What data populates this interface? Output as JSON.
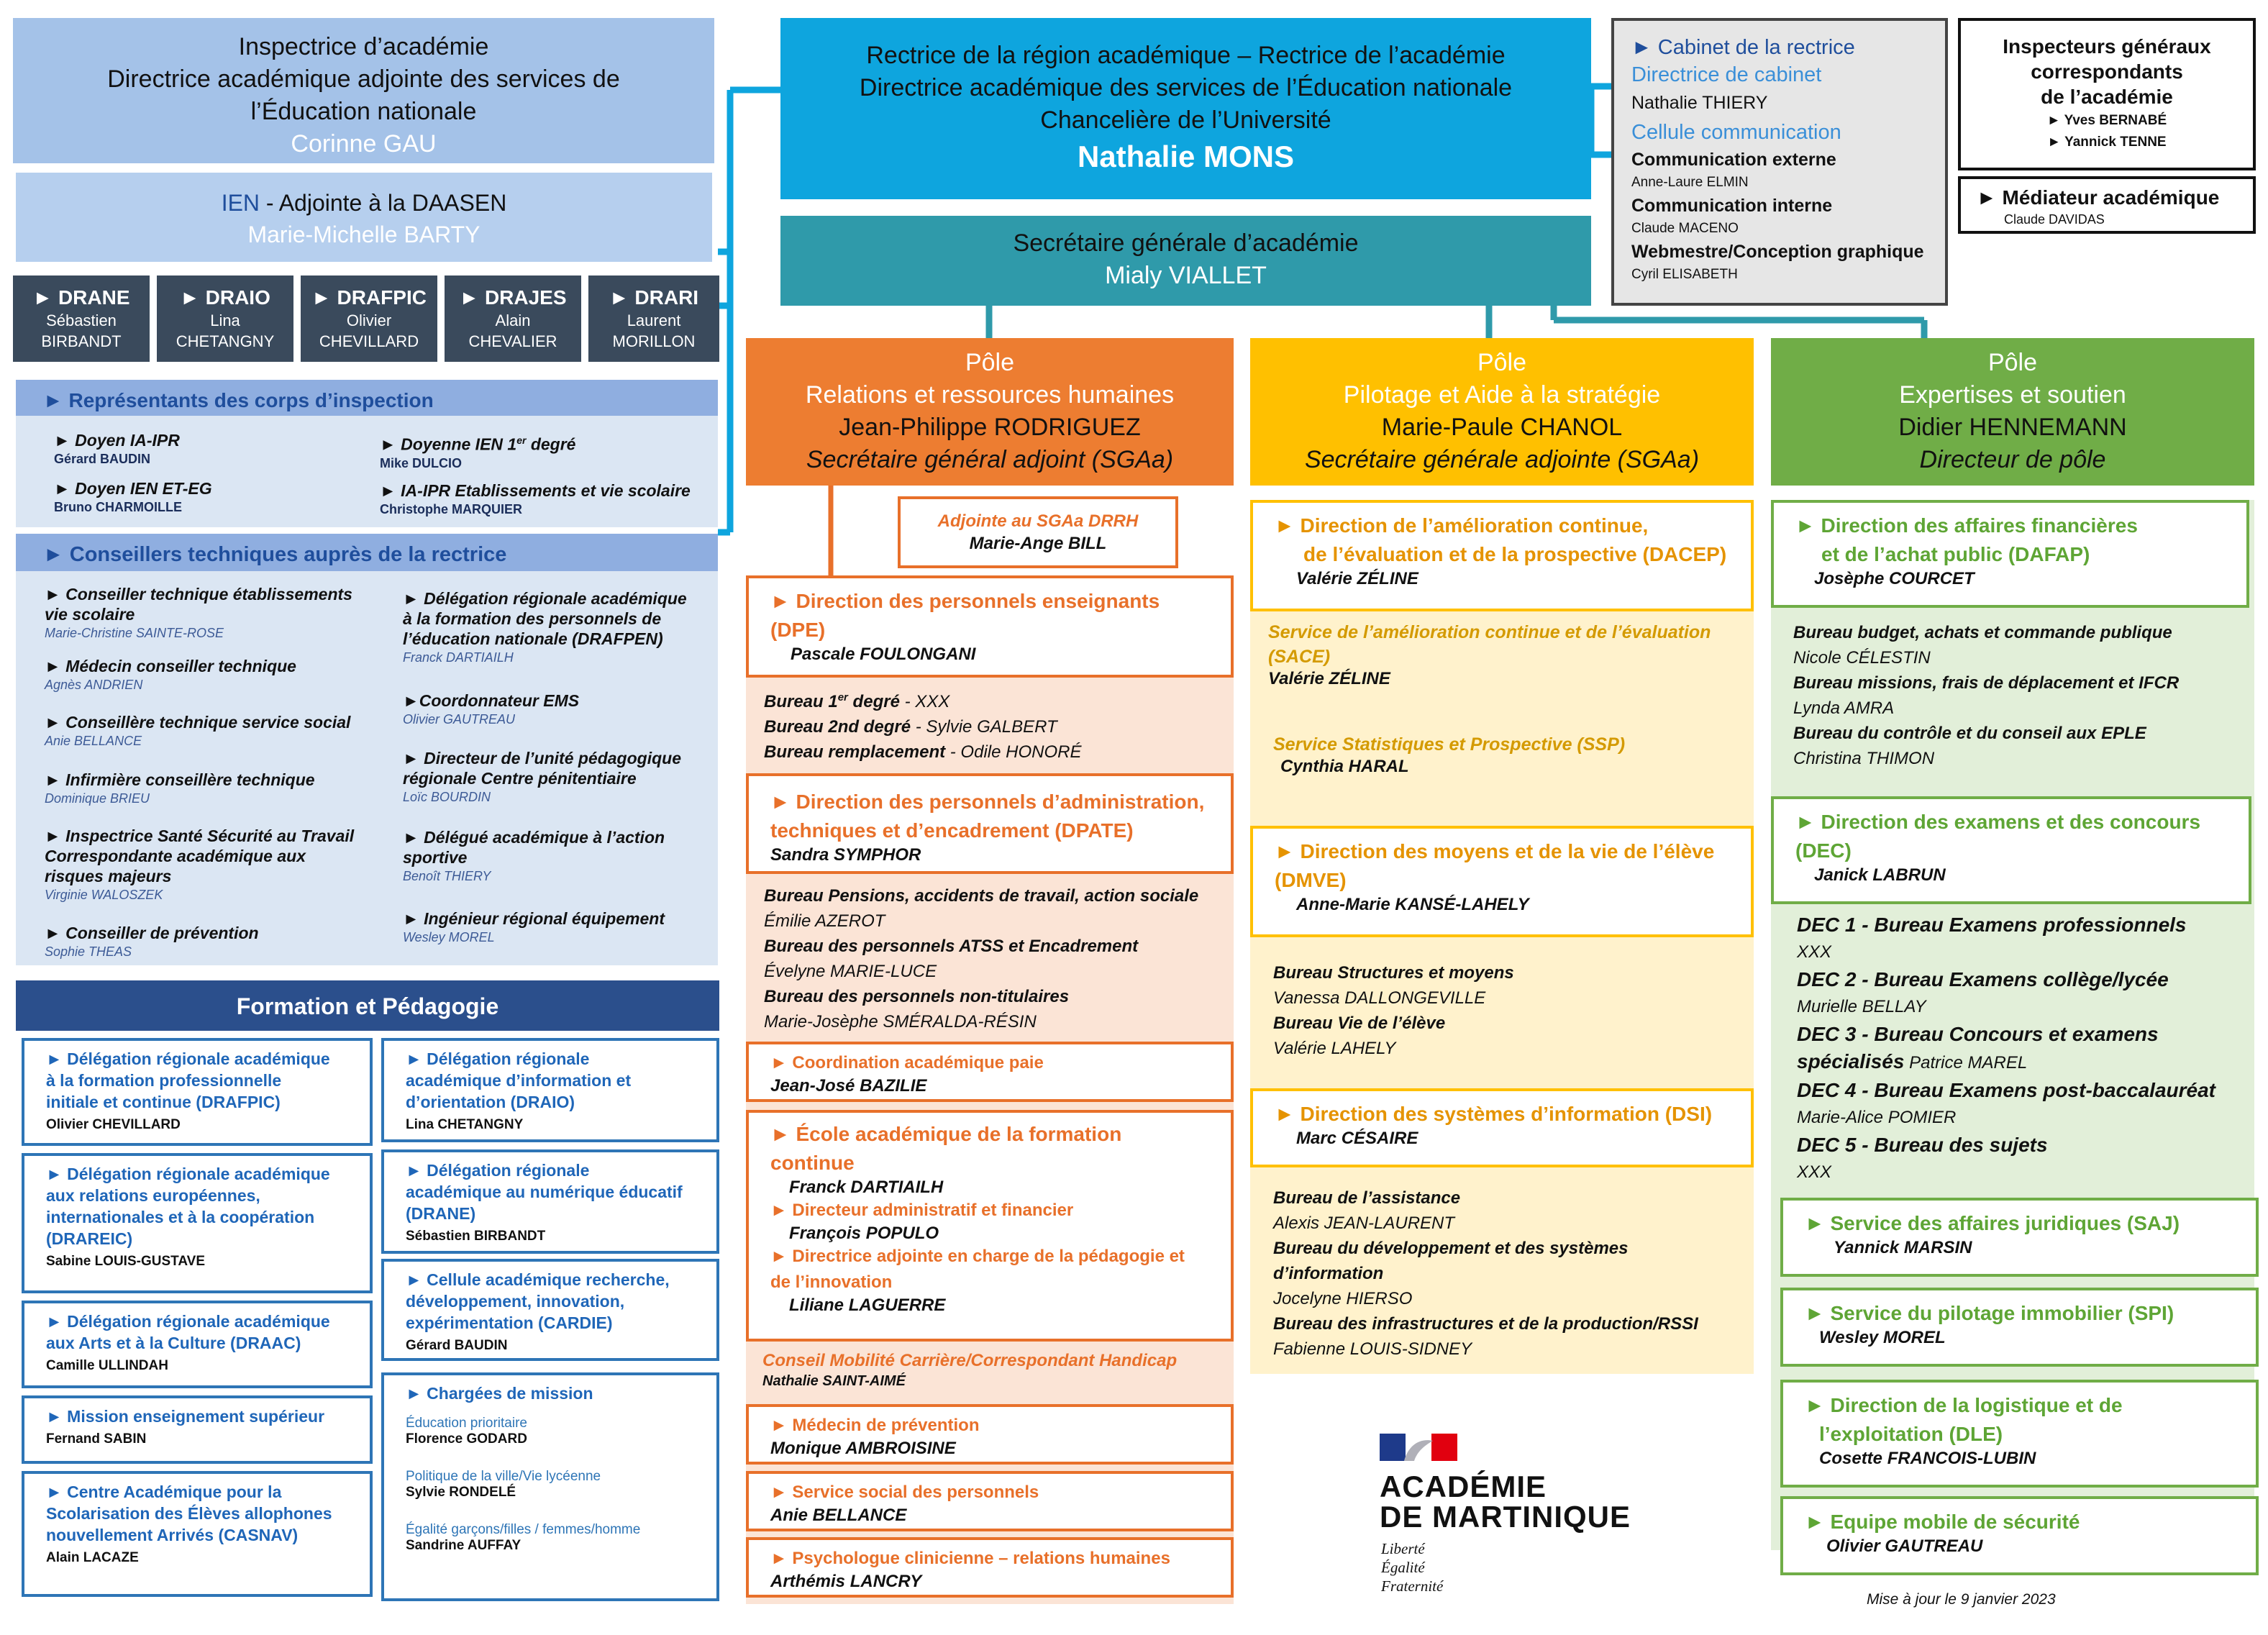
{
  "top_left": {
    "l1": "Inspectrice d’académie",
    "l2": "Directrice académique adjointe des services de",
    "l3": "l’Éducation nationale",
    "name": "Corinne GAU"
  },
  "ien": {
    "prefix": "IEN",
    "title": " - Adjointe à la DAASEN",
    "name": "Marie-Michelle BARTY"
  },
  "delegates": [
    {
      "code": "► DRANE",
      "first": "Sébastien",
      "last": "BIRBANDT"
    },
    {
      "code": "► DRAIO",
      "first": "Lina",
      "last": "CHETANGNY"
    },
    {
      "code": "► DRAFPIC",
      "first": "Olivier",
      "last": "CHEVILLARD"
    },
    {
      "code": "► DRAJES",
      "first": "Alain",
      "last": "CHEVALIER"
    },
    {
      "code": "► DRARI",
      "first": "Laurent",
      "last": "MORILLON"
    }
  ],
  "corps": {
    "header": "► Représentants des corps d’inspection",
    "items": [
      {
        "title": "► Doyen  IA-IPR",
        "name": "Gérard BAUDIN"
      },
      {
        "title": "► Doyenne IEN 1",
        "sup": "er",
        "title_end": " degré",
        "name": "Mike DULCIO"
      },
      {
        "title": "► Doyen IEN ET-EG",
        "name": "Bruno CHARMOILLE"
      },
      {
        "title": "► IA-IPR Etablissements et vie scolaire",
        "name": "Christophe MARQUIER"
      }
    ]
  },
  "conseillers": {
    "header": "► Conseillers techniques auprès de la rectrice",
    "left": [
      {
        "t1": "► Conseiller technique établissements",
        "t2": "vie scolaire",
        "name": "Marie-Christine SAINTE-ROSE"
      },
      {
        "t1": "► Médecin conseiller technique",
        "name": "Agnès ANDRIEN"
      },
      {
        "t1": "► Conseillère technique service social",
        "name": "Anie BELLANCE"
      },
      {
        "t1": "►  Infirmière conseillère technique",
        "name": "Dominique BRIEU"
      },
      {
        "t1": "► Inspectrice Santé Sécurité au Travail",
        "t2": "Correspondante académique aux",
        "t3": "risques majeurs",
        "name": "Virginie WALOSZEK"
      },
      {
        "t1": "► Conseiller de prévention",
        "name": "Sophie THEAS"
      }
    ],
    "right": [
      {
        "t1": "► Délégation régionale académique",
        "t2": "à la formation des personnels de",
        "t3": "l’éducation nationale (DRAFPEN)",
        "name": "Franck DARTIAILH"
      },
      {
        "t1": "►Coordonnateur EMS",
        "name": "Olivier GAUTREAU"
      },
      {
        "t1": "► Directeur de l’unité pédagogique",
        "t2": "régionale  Centre pénitentiaire",
        "name": "Loïc BOURDIN"
      },
      {
        "t1": "► Délégué académique à l’action",
        "t2": "sportive",
        "name": "Benoît THIERY"
      },
      {
        "t1": "► Ingénieur régional équipement",
        "name": "Wesley MOREL"
      }
    ]
  },
  "formation": {
    "header": "Formation et Pédagogie",
    "left": [
      {
        "lines": [
          "► Délégation régionale académique",
          "à la formation professionnelle",
          "initiale et continue (DRAFPIC)"
        ],
        "name": "Olivier CHEVILLARD"
      },
      {
        "lines": [
          "► Délégation régionale académique",
          "aux relations européennes,",
          "internationales et à la coopération",
          "(DRAREIC)"
        ],
        "name": "Sabine LOUIS-GUSTAVE"
      },
      {
        "lines": [
          "► Délégation régionale académique",
          "aux Arts et à la Culture (DRAAC)"
        ],
        "name": "Camille ULLINDAH"
      },
      {
        "lines": [
          "► Mission enseignement supérieur"
        ],
        "name": "Fernand SABIN"
      },
      {
        "lines": [
          "► Centre Académique pour la",
          "Scolarisation des Élèves allophones",
          "nouvellement Arrivés (CASNAV)"
        ],
        "name": "Alain LACAZE"
      }
    ],
    "right": [
      {
        "lines": [
          "► Délégation régionale",
          "académique d’information et",
          "d’orientation (DRAIO)"
        ],
        "name": "Lina CHETANGNY"
      },
      {
        "lines": [
          "► Délégation régionale",
          "académique au numérique éducatif",
          "(DRANE)"
        ],
        "name": "Sébastien BIRBANDT"
      },
      {
        "lines": [
          "► Cellule académique recherche,",
          "développement, innovation,",
          "expérimentation (CARDIE)"
        ],
        "name": "Gérard BAUDIN"
      }
    ],
    "missions": {
      "title": "► Chargées de mission",
      "items": [
        {
          "topic": "Éducation prioritaire",
          "name": "Florence GODARD"
        },
        {
          "topic": "Politique de la ville/Vie lycéenne",
          "name": "Sylvie RONDELÉ"
        },
        {
          "topic": "Égalité garçons/filles / femmes/homme",
          "name": "Sandrine AUFFAY"
        }
      ]
    }
  },
  "rectrice": {
    "l1": "Rectrice de la région académique – Rectrice de l’académie",
    "l2": "Directrice académique des services de l’Éducation nationale",
    "l3": "Chancelière de l’Université",
    "name": "Nathalie MONS"
  },
  "sg": {
    "title": "Secrétaire générale d’académie",
    "name": "Mialy VIALLET"
  },
  "cabinet": {
    "title": "► Cabinet de la rectrice",
    "dir_title": "Directrice de cabinet",
    "dir_name": "Nathalie THIERY",
    "cellule": "Cellule communication",
    "items": [
      {
        "t": "Communication externe",
        "n": "Anne-Laure ELMIN"
      },
      {
        "t": "Communication interne",
        "n": "Claude MACENO"
      },
      {
        "t": "Webmestre/Conception graphique",
        "n": "Cyril ELISABETH"
      }
    ]
  },
  "inspecteurs": {
    "l1": "Inspecteurs généraux",
    "l2": "correspondants",
    "l3": "de l’académie",
    "names": [
      "► Yves BERNABÉ",
      "► Yannick TENNE"
    ]
  },
  "mediateur": {
    "title": "► Médiateur académique",
    "name": "Claude DAVIDAS"
  },
  "pole_rh": {
    "pole": "Pôle",
    "title": "Relations et ressources humaines",
    "name": "Jean-Philippe RODRIGUEZ",
    "role": "Secrétaire général adjoint (SGAa)",
    "adjointe": {
      "title": "Adjointe au SGAa DRRH",
      "name": "Marie-Ange BILL"
    },
    "dpe": {
      "l1": "► Direction des personnels enseignants",
      "l2": "(DPE)",
      "name": "Pascale FOULONGANI"
    },
    "dpe_b1a": "Bureau 1",
    "dpe_b1sup": "er",
    "dpe_b1b": " degré",
    "dpe_b1n": " - XXX",
    "dpe_b2": "Bureau 2nd degré",
    "dpe_b2n": " - Sylvie GALBERT",
    "dpe_b3": "Bureau remplacement",
    "dpe_b3n": " - Odile HONORÉ",
    "dpate": {
      "l1": "► Direction des personnels d’administration,",
      "l2": "techniques et d’encadrement (DPATE)",
      "name": "Sandra SYMPHOR"
    },
    "dpate_bureaux": [
      {
        "t": "Bureau Pensions, accidents de travail, action sociale",
        "n": "Émilie AZEROT"
      },
      {
        "t": "Bureau des personnels ATSS et Encadrement",
        "n": "Évelyne MARIE-LUCE"
      },
      {
        "t": "Bureau des personnels non-titulaires",
        "n": "Marie-Josèphe SMÉRALDA-RÉSIN"
      }
    ],
    "paie": {
      "title": "► Coordination académique paie",
      "name": "Jean-José BAZILIE"
    },
    "ecole": {
      "l1": "► École académique de la formation",
      "l2": "continue",
      "name": "Franck DARTIAILH",
      "daf": "► Directeur administratif et financier",
      "daf_name": "François POPULO",
      "dap1": "► Directrice adjointe en charge de la pédagogie et",
      "dap2": "de l’innovation",
      "dap_name": "Liliane LAGUERRE"
    },
    "conseil": {
      "title": "Conseil Mobilité Carrière/Correspondant Handicap",
      "name": "Nathalie SAINT-AIMÉ"
    },
    "medecin": {
      "title": "► Médecin de prévention",
      "name": "Monique AMBROISINE"
    },
    "social": {
      "title": "► Service social des personnels",
      "name": "Anie BELLANCE"
    },
    "psy": {
      "title": "► Psychologue clinicienne – relations humaines",
      "name": "Arthémis LANCRY"
    }
  },
  "pole_pilotage": {
    "pole": "Pôle",
    "title": "Pilotage et Aide à la stratégie",
    "name": "Marie-Paule CHANOL",
    "role": "Secrétaire générale adjointe (SGAa)",
    "dacep": {
      "l1": "► Direction de l’amélioration continue,",
      "l2": "de l’évaluation et de la prospective (DACEP)",
      "name": "Valérie ZÉLINE"
    },
    "sace": {
      "l1": "Service de l’amélioration continue et de l’évaluation",
      "l2": "(SACE)",
      "name": "Valérie ZÉLINE"
    },
    "ssp": {
      "title": "Service Statistiques et Prospective (SSP)",
      "name": "Cynthia HARAL"
    },
    "dmve": {
      "l1": "► Direction des moyens et de la vie de l’élève",
      "l2": "(DMVE)",
      "name": "Anne-Marie KANSÉ-LAHELY"
    },
    "dmve_bureaux": [
      {
        "t": "Bureau Structures et moyens",
        "n": "Vanessa DALLONGEVILLE"
      },
      {
        "t": "Bureau Vie de l’élève",
        "n": "Valérie LAHELY"
      }
    ],
    "dsi": {
      "title": "► Direction des systèmes d’information (DSI)",
      "name": "Marc CÉSAIRE"
    },
    "dsi_b1": "Bureau de l’assistance",
    "dsi_b1n": "Alexis JEAN-LAURENT",
    "dsi_b2a": "Bureau du développement et des systèmes",
    "dsi_b2b": "d’information",
    "dsi_b2n": "Jocelyne HIERSO",
    "dsi_b3": "Bureau des infrastructures et de la production/RSSI",
    "dsi_b3n": "Fabienne LOUIS-SIDNEY"
  },
  "pole_expertises": {
    "pole": "Pôle",
    "title": "Expertises et soutien",
    "name": "Didier HENNEMANN",
    "role": "Directeur de pôle",
    "dafap": {
      "l1": "► Direction des affaires financières",
      "l2": "et de l’achat public (DAFAP)",
      "name": "Josèphe COURCET"
    },
    "dafap_bureaux": [
      {
        "t": "Bureau budget, achats et commande publique",
        "n": "Nicole CÉLESTIN"
      },
      {
        "t": "Bureau missions, frais de déplacement et IFCR",
        "n": "Lynda AMRA"
      },
      {
        "t": "Bureau du contrôle et du conseil aux EPLE",
        "n": "Christina THIMON"
      }
    ],
    "dec": {
      "l1": "► Direction des examens et des concours",
      "l2": "(DEC)",
      "name": "Janick LABRUN"
    },
    "dec1": "DEC 1 -  Bureau Examens professionnels",
    "dec1n": "XXX",
    "dec2": "DEC 2 - Bureau Examens collège/lycée",
    "dec2n": "Murielle BELLAY",
    "dec3a": "DEC 3 -  Bureau Concours et examens",
    "dec3b": "spécialisés",
    "dec3n": " Patrice MAREL",
    "dec4": "DEC 4 -  Bureau Examens post-baccalauréat",
    "dec4n": "Marie-Alice POMIER",
    "dec5": "DEC 5 -  Bureau des sujets",
    "dec5n": "XXX",
    "saj": {
      "title": "► Service des affaires juridiques (SAJ)",
      "name": "Yannick MARSIN"
    },
    "spi": {
      "title": "► Service du pilotage immobilier (SPI)",
      "name": "Wesley MOREL"
    },
    "dle": {
      "l1": "► Direction de la logistique et de",
      "l2": "l’exploitation (DLE)",
      "name": "Cosette FRANCOIS-LUBIN"
    },
    "ems": {
      "title": "► Equipe mobile de sécurité",
      "name": "Olivier GAUTREAU"
    }
  },
  "logo": {
    "l1": "ACADÉMIE",
    "l2": "DE MARTINIQUE",
    "m1": "Liberté",
    "m2": "Égalité",
    "m3": "Fraternité"
  },
  "footer": "Mise à jour le 9 janvier 2023",
  "colors": {
    "cyan": "#0ea5de",
    "teal": "#2f9aaa",
    "orange": "#e8702a",
    "yellow": "#ffc000",
    "green": "#70ad47",
    "navy": "#2b4f8c",
    "blue": "#2e75b6"
  }
}
